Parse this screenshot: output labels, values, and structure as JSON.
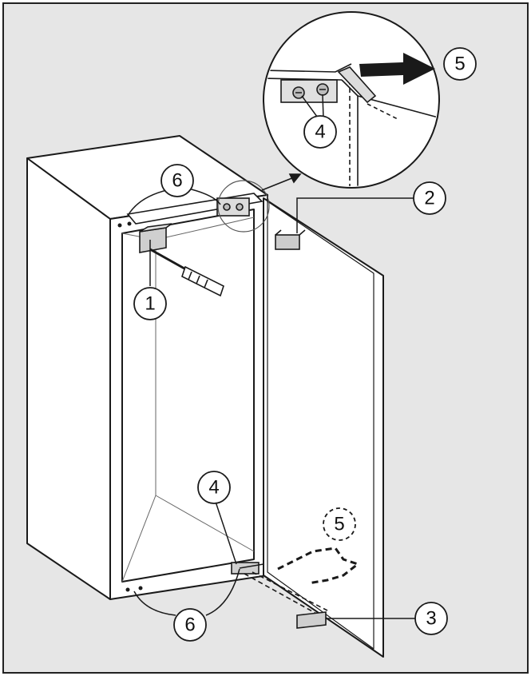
{
  "figure": {
    "type": "assembly-diagram",
    "subject": "built-in refrigerator cabinet with door hinge mounting",
    "colors": {
      "background": "#e6e6e6",
      "frame": "#222222",
      "line": "#1a1a1a",
      "panel": "#ffffff",
      "arrow": "#1a1a1a"
    }
  },
  "callouts": [
    {
      "id": "c1",
      "label": "1"
    },
    {
      "id": "c2",
      "label": "2"
    },
    {
      "id": "c3",
      "label": "3"
    },
    {
      "id": "c4_top",
      "label": "4"
    },
    {
      "id": "c4_bottom",
      "label": "4"
    },
    {
      "id": "c5_top",
      "label": "5"
    },
    {
      "id": "c5_bottom",
      "label": "5",
      "style": "dashed"
    },
    {
      "id": "c6_top",
      "label": "6"
    },
    {
      "id": "c6_bottom",
      "label": "6"
    }
  ]
}
